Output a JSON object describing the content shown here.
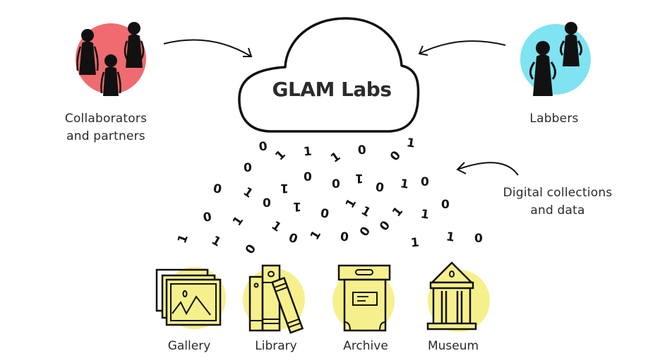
{
  "title": "GLAM Labs",
  "colors": {
    "collaborators_circle": "#ef6b6f",
    "labbers_circle": "#7fe3f2",
    "collection_circle": "#f6f08c",
    "ink": "#111111"
  },
  "groups": {
    "collaborators": {
      "label_line1": "Collaborators",
      "label_line2": "and partners",
      "icon": "people-group-icon"
    },
    "labbers": {
      "label": "Labbers",
      "icon": "people-pair-icon"
    }
  },
  "data_flow": {
    "label_line1": "Digital collections",
    "label_line2": "and data",
    "digits": [
      "0",
      "1",
      "1",
      "1",
      "0",
      "0",
      "1",
      "0",
      "0",
      "1",
      "1",
      "0",
      "0",
      "1",
      "0",
      "1",
      "0",
      "1",
      "0",
      "1",
      "1",
      "0",
      "1",
      "0",
      "1",
      "0",
      "1",
      "0",
      "1",
      "0",
      "1",
      "1",
      "0",
      "0",
      "1",
      "0",
      "1",
      "1",
      "0"
    ]
  },
  "institutions": [
    {
      "label": "Gallery",
      "icon": "picture-frames-icon"
    },
    {
      "label": "Library",
      "icon": "books-icon"
    },
    {
      "label": "Archive",
      "icon": "archive-box-icon"
    },
    {
      "label": "Museum",
      "icon": "museum-building-icon"
    }
  ]
}
